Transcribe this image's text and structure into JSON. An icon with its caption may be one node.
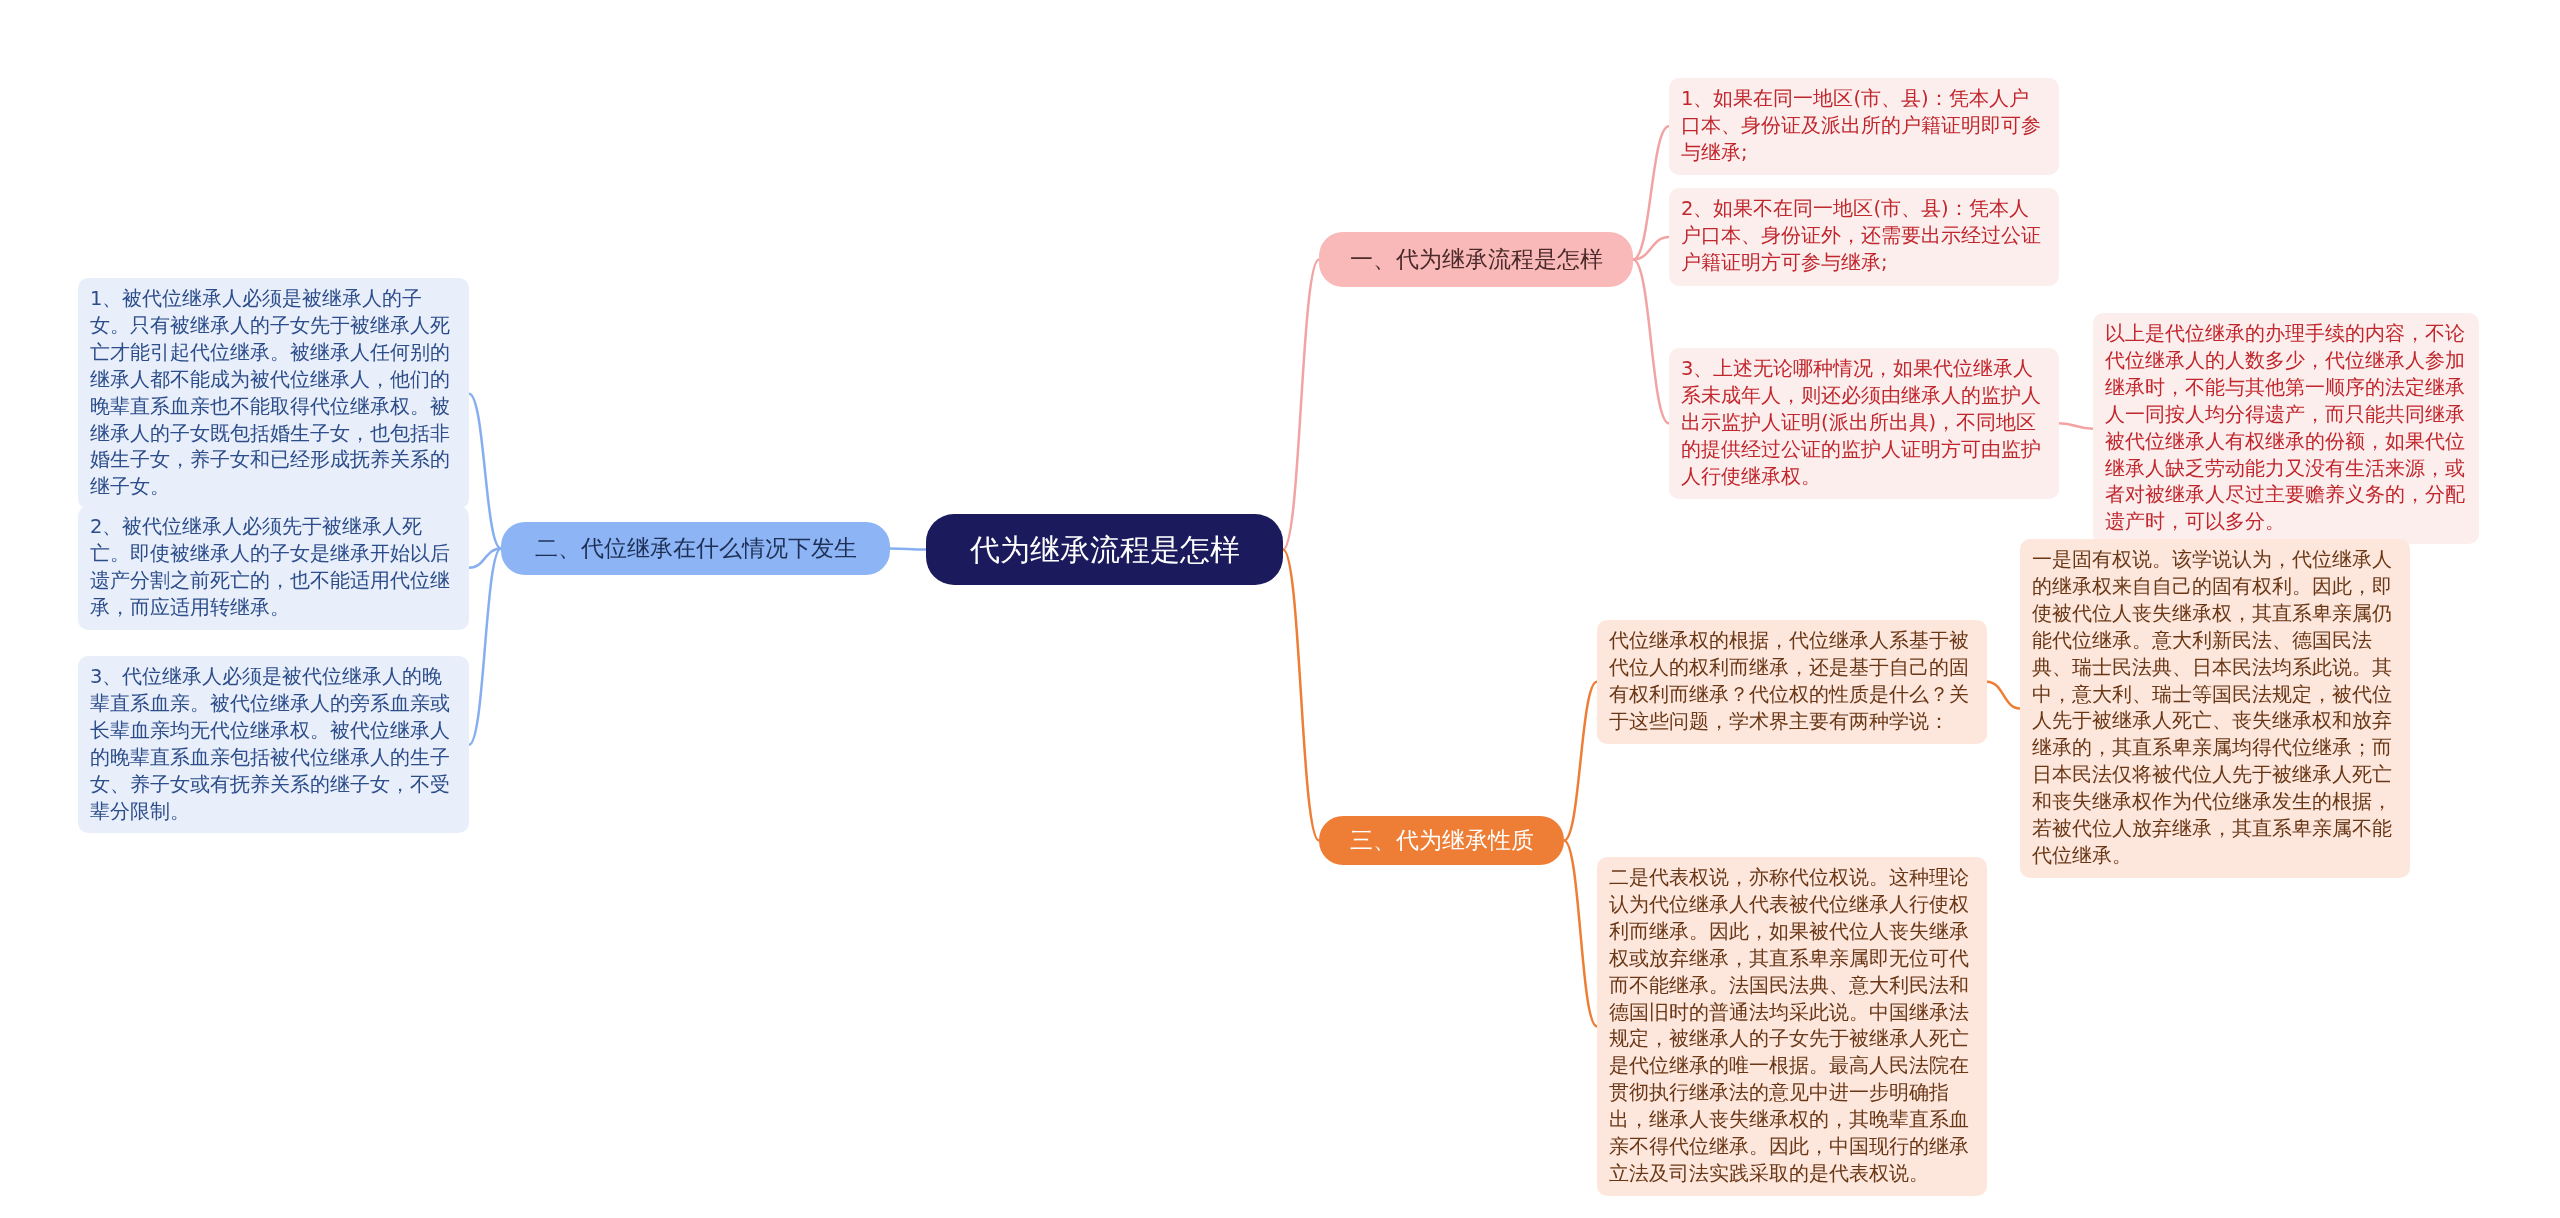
{
  "diagram": {
    "nodes": [
      {
        "text": [
          "代为继承流程是怎样"
        ]
      },
      {
        "text": [
          "一、代为继承流程是怎样"
        ]
      },
      {
        "text": [
          "二、代位继承在什么情况下发生"
        ]
      },
      {
        "text": [
          "三、代为继承性质"
        ]
      },
      {
        "text": [
          "1、如果在同一地区(市、县)：凭本人户口本、身份证及派出所的户籍证明即可参与继承;"
        ]
      },
      {
        "text": [
          "2、如果不在同一地区(市、县)：凭本人户口本、身份证外，还需要出示经过公证户籍证明方可参与继承;"
        ]
      },
      {
        "text": [
          "3、上述无论哪种情况，如果代位继承人系未成年人，则还必须由继承人的监护人出示监护人证明(派出所出具)，不同地区的提供经过公证的监护人证明方可由监护人行使继承权。"
        ]
      },
      {
        "text": [
          "以上是代位继承的办理手续的内容，不论代位继承人的人数多少，代位继承人参加继承时，不能与其他第一顺序的法定继承人一同按人均分得遗产，而只能共同继承被代位继承人有权继承的份额，如果代位继承人缺乏劳动能力又没有生活来源，或者对被继承人尽过主要赡养义务的，分配遗产时，可以多分。"
        ]
      },
      {
        "text": [
          "1、被代位继承人必须是被继承人的子女。只有被继承人的子女先于被继承人死亡才能引起代位继承。被继承人任何别的继承人都不能成为被代位继承人，他们的晚辈直系血亲也不能取得代位继承权。被继承人的子女既包括婚生子女，也包括非婚生子女，养子女和已经形成抚养关系的继子女。"
        ]
      },
      {
        "text": [
          "2、被代位继承人必须先于被继承人死亡。即使被继承人的子女是继承开始以后遗产分割之前死亡的，也不能适用代位继承，而应适用转继承。"
        ]
      },
      {
        "text": [
          "3、代位继承人必须是被代位继承人的晚辈直系血亲。被代位继承人的旁系血亲或长辈血亲均无代位继承权。被代位继承人的晚辈直系血亲包括被代位继承人的生子女、养子女或有抚养关系的继子女，不受辈分限制。"
        ]
      },
      {
        "text": [
          "代位继承权的根据，代位继承人系基于被代位人的权利而继承，还是基于自己的固有权利而继承？代位权的性质是什么？关于这些问题，学术界主要有两种学说："
        ]
      },
      {
        "text": [
          "一是固有权说。该学说认为，代位继承人的继承权来自自己的固有权利。因此，即使被代位人丧失继承权，其直系卑亲属仍能代位继承。意大利新民法、德国民法典、瑞士民法典、日本民法均系此说。其中，意大利、瑞士等国民法规定，被代位人先于被继承人死亡、丧失继承权和放弃继承的，其直系卑亲属均得代位继承；而日本民法仅将被代位人先于被继承人死亡和丧失继承权作为代位继承发生的根据，若被代位人放弃继承，其直系卑亲属不能代位继承。"
        ]
      },
      {
        "text": [
          "二是代表权说，亦称代位权说。这种理论认为代位继承人代表被代位继承人行使权利而继承。因此，如果被代位人丧失继承权或放弃继承，其直系卑亲属即无位可代而不能继承。法国民法典、意大利民法和德国旧时的普通法均采此说。中国继承法规定，被继承人的子女先于被继承人死亡是代位继承的唯一根据。最高人民法院在贯彻执行继承法的意见中进一步明确指出，继承人丧失继承权的，其晚辈直系血亲不得代位继承。因此，中国现行的继承立法及司法实践采取的是代表权说。"
        ]
      }
    ],
    "edges": [
      {
        "from": 0,
        "to": 1,
        "arrow": "none",
        "color": "#f2a3a3"
      },
      {
        "from": 0,
        "to": 2,
        "arrow": "none",
        "color": "#86aef0"
      },
      {
        "from": 0,
        "to": 3,
        "arrow": "none",
        "color": "#ee7d35"
      },
      {
        "from": 1,
        "to": 4,
        "arrow": "none",
        "color": "#f2a3a3"
      },
      {
        "from": 1,
        "to": 5,
        "arrow": "none",
        "color": "#f2a3a3"
      },
      {
        "from": 1,
        "to": 6,
        "arrow": "none",
        "color": "#f2a3a3"
      },
      {
        "from": 6,
        "to": 7,
        "arrow": "none",
        "color": "#f2a3a3"
      },
      {
        "from": 2,
        "to": 8,
        "arrow": "none",
        "color": "#86aef0"
      },
      {
        "from": 2,
        "to": 9,
        "arrow": "none",
        "color": "#86aef0"
      },
      {
        "from": 2,
        "to": 10,
        "arrow": "none",
        "color": "#86aef0"
      },
      {
        "from": 3,
        "to": 11,
        "arrow": "none",
        "color": "#ee7d35"
      },
      {
        "from": 3,
        "to": 13,
        "arrow": "none",
        "color": "#ee7d35"
      },
      {
        "from": 11,
        "to": 12,
        "arrow": "none",
        "color": "#ee7d35"
      }
    ]
  }
}
